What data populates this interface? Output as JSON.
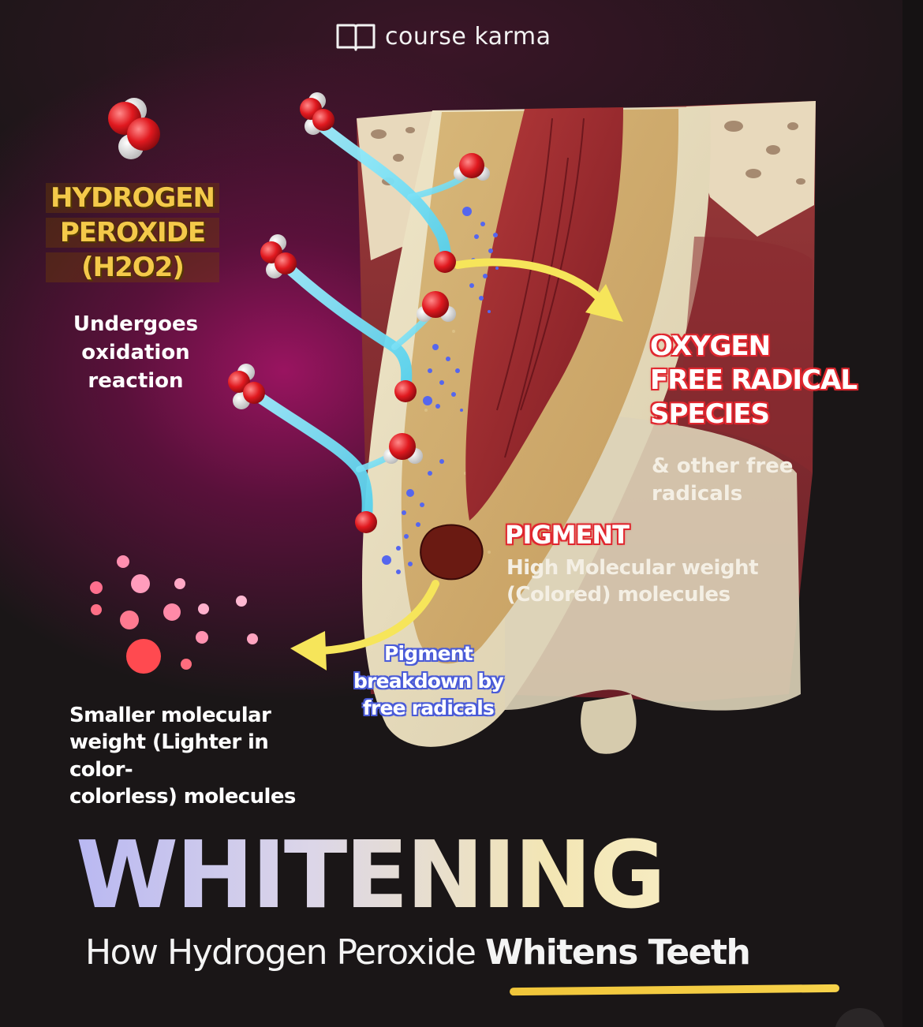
{
  "brand": {
    "name": "course karma",
    "icon": "book-icon"
  },
  "labels": {
    "h2o2_line1": "HYDROGEN",
    "h2o2_line2": "PEROXIDE",
    "h2o2_line3": "(H2O2)",
    "h2o2_desc_1": "Undergoes",
    "h2o2_desc_2": "oxidation",
    "h2o2_desc_3": "reaction",
    "oxygen_line1": "OXYGEN",
    "oxygen_line2": "FREE RADICAL",
    "oxygen_line3": "SPECIES",
    "oxygen_desc_1": "& other free",
    "oxygen_desc_2": "radicals",
    "pigment": "PIGMENT",
    "pigment_desc_1": "High Molecular weight",
    "pigment_desc_2": "(Colored) molecules",
    "breakdown_1": "Pigment",
    "breakdown_2": "breakdown by",
    "breakdown_3": "free radicals",
    "smaller_1": "Smaller molecular",
    "smaller_2": "weight (Lighter in color-",
    "smaller_3": "colorless) molecules"
  },
  "title": "WHITENING",
  "subtitle": {
    "regular": "How Hydrogen Peroxide ",
    "bold": "Whitens Teeth"
  },
  "colors": {
    "accent_yellow": "#f4c94a",
    "accent_red": "#e0262e",
    "accent_blue": "#4a5bd8",
    "stream_cyan": "#7fe0f2",
    "magenta_glow": "#a0146a"
  }
}
